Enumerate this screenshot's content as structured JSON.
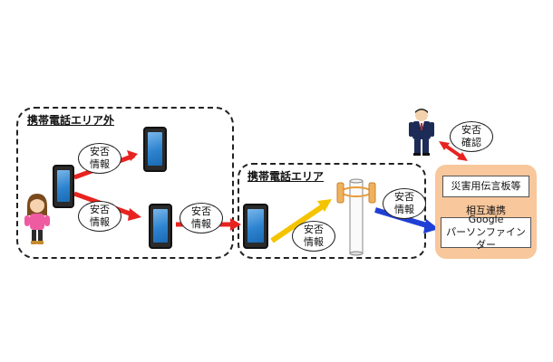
{
  "zones": {
    "outside": {
      "title": "携帯電話エリア外"
    },
    "inside": {
      "title": "携帯電話エリア"
    }
  },
  "bubbles": [
    {
      "line1": "安否",
      "line2": "情報"
    },
    {
      "line1": "安否",
      "line2": "情報"
    },
    {
      "line1": "安否",
      "line2": "情報"
    },
    {
      "line1": "安否",
      "line2": "情報"
    },
    {
      "line1": "安否",
      "line2": "情報"
    },
    {
      "line1": "安否",
      "line2": "確認"
    }
  ],
  "services": {
    "board": "災害用伝言板等",
    "link": "相互連携",
    "finder_line1": "Google",
    "finder_line2": "パーソンファインダー"
  },
  "icons": [
    "smartphone-icon",
    "girl-person-icon",
    "businessman-person-icon",
    "cell-tower-icon",
    "red-arrow-icon",
    "yellow-arrow-icon",
    "blue-arrow-icon"
  ],
  "colors": {
    "arrow_red": "#e8231f",
    "arrow_yellow": "#f5c400",
    "arrow_blue": "#1f3fd6",
    "panel_orange": "#f8c79b",
    "phone_screen": "#2d83cf"
  }
}
